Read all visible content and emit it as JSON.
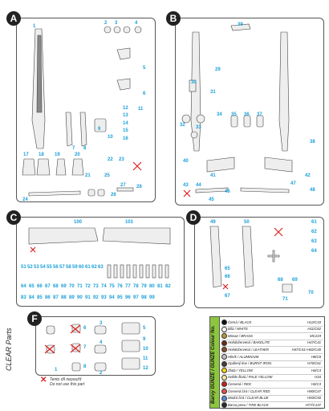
{
  "sprues": {
    "a": {
      "label": "A"
    },
    "b": {
      "label": "B"
    },
    "c": {
      "label": "C"
    },
    "d": {
      "label": "D"
    },
    "f": {
      "label": "F"
    }
  },
  "part_numbers": {
    "a": [
      "1",
      "2",
      "3",
      "4",
      "5",
      "6",
      "7",
      "8",
      "9",
      "10",
      "11",
      "12",
      "13",
      "14",
      "15",
      "16",
      "17",
      "18",
      "19",
      "20",
      "21",
      "22",
      "23",
      "24",
      "25",
      "26",
      "27",
      "28"
    ],
    "b": [
      "29",
      "30",
      "31",
      "32",
      "33",
      "34",
      "35",
      "36",
      "37",
      "38",
      "39",
      "40",
      "41",
      "42",
      "43",
      "44",
      "45",
      "46",
      "47",
      "48"
    ],
    "c": [
      "100",
      "101",
      "51",
      "52",
      "53",
      "54",
      "55",
      "56",
      "57",
      "58",
      "59",
      "60",
      "61",
      "62",
      "63",
      "64",
      "65",
      "66",
      "67",
      "68",
      "69",
      "70",
      "71",
      "72",
      "73",
      "74",
      "75",
      "76",
      "77",
      "78",
      "79",
      "80",
      "81",
      "82",
      "83",
      "84",
      "85",
      "86",
      "87",
      "88",
      "89",
      "90",
      "91",
      "92",
      "93",
      "94",
      "95",
      "96",
      "97",
      "98",
      "99"
    ],
    "d": [
      "49",
      "50",
      "61",
      "62",
      "63",
      "64",
      "65",
      "66",
      "67",
      "68",
      "69",
      "70",
      "71"
    ],
    "f": [
      "1",
      "2",
      "3",
      "4",
      "5",
      "6",
      "7",
      "8",
      "9",
      "10",
      "11",
      "12"
    ]
  },
  "clear_parts_label": "CLEAR Parts",
  "legend": {
    "line1": "Tento díl nepoužít",
    "line2": "Do not use this part"
  },
  "color_table": {
    "title": "Barvy GUNZE / GUNZE Colour No.",
    "rows": [
      {
        "name": "Černá / BLACK",
        "code": "H12/C33",
        "color": "#111111"
      },
      {
        "name": "Bílá / WHITE",
        "code": "H11/C62",
        "color": "#ffffff"
      },
      {
        "name": "Mosaz / BRASS",
        "code": "MC219",
        "color": "#b59a3a"
      },
      {
        "name": "Hnědočervená / BAKELITE",
        "code": "H47/C41",
        "color": "#6e2a1a"
      },
      {
        "name": "Hnědočervená / LEATHER",
        "code": "H47/C41+H82/C40",
        "color": "#8a4a2a"
      },
      {
        "name": "Hliník / ALUMINIUM",
        "code": "H8/C8",
        "color": "#c0c0c0"
      },
      {
        "name": "Opálený kov / BURNT IRON",
        "code": "H76/C61",
        "color": "#4a3a33"
      },
      {
        "name": "Žlutá / YELLOW",
        "code": "H4/C4",
        "color": "#f2d21b"
      },
      {
        "name": "Světle žlutá / PALE YELLOW",
        "code": "H34",
        "color": "#f5eaa0"
      },
      {
        "name": "Červená / RED",
        "code": "H3/C3",
        "color": "#c8201e"
      },
      {
        "name": "Červená čirá / CLEAR RED",
        "code": "H90/C47",
        "color": "#e05050"
      },
      {
        "name": "Modrá čirá / CLEAR BLUE",
        "code": "H93/C50",
        "color": "#5a8ad8"
      },
      {
        "name": "Barva pneu / TIRE BLACK",
        "code": "H77/C137",
        "color": "#2a2a2a"
      }
    ]
  }
}
